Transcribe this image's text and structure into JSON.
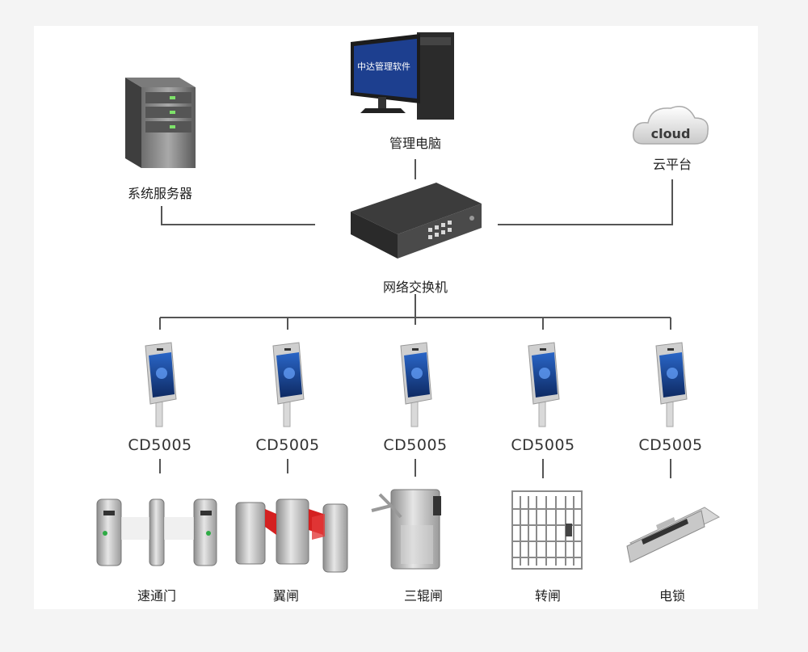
{
  "top_nodes": {
    "server": {
      "label": "系统服务器"
    },
    "pc": {
      "label": "管理电脑",
      "screen_text": "中达管理软件"
    },
    "cloud": {
      "label": "云平台",
      "icon_text": "cloud"
    },
    "switch": {
      "label": "网络交换机"
    }
  },
  "terminals": [
    {
      "model": "CD5005",
      "device": "速通门"
    },
    {
      "model": "CD5005",
      "device": "翼闸"
    },
    {
      "model": "CD5005",
      "device": "三辊闸"
    },
    {
      "model": "CD5005",
      "device": "转闸"
    },
    {
      "model": "CD5005",
      "device": "电锁"
    }
  ],
  "colors": {
    "line": "#555555",
    "panel": "#ffffff",
    "page": "#f4f4f4",
    "accent_red": "#d42020",
    "screen_blue": "#1b3f8a"
  }
}
